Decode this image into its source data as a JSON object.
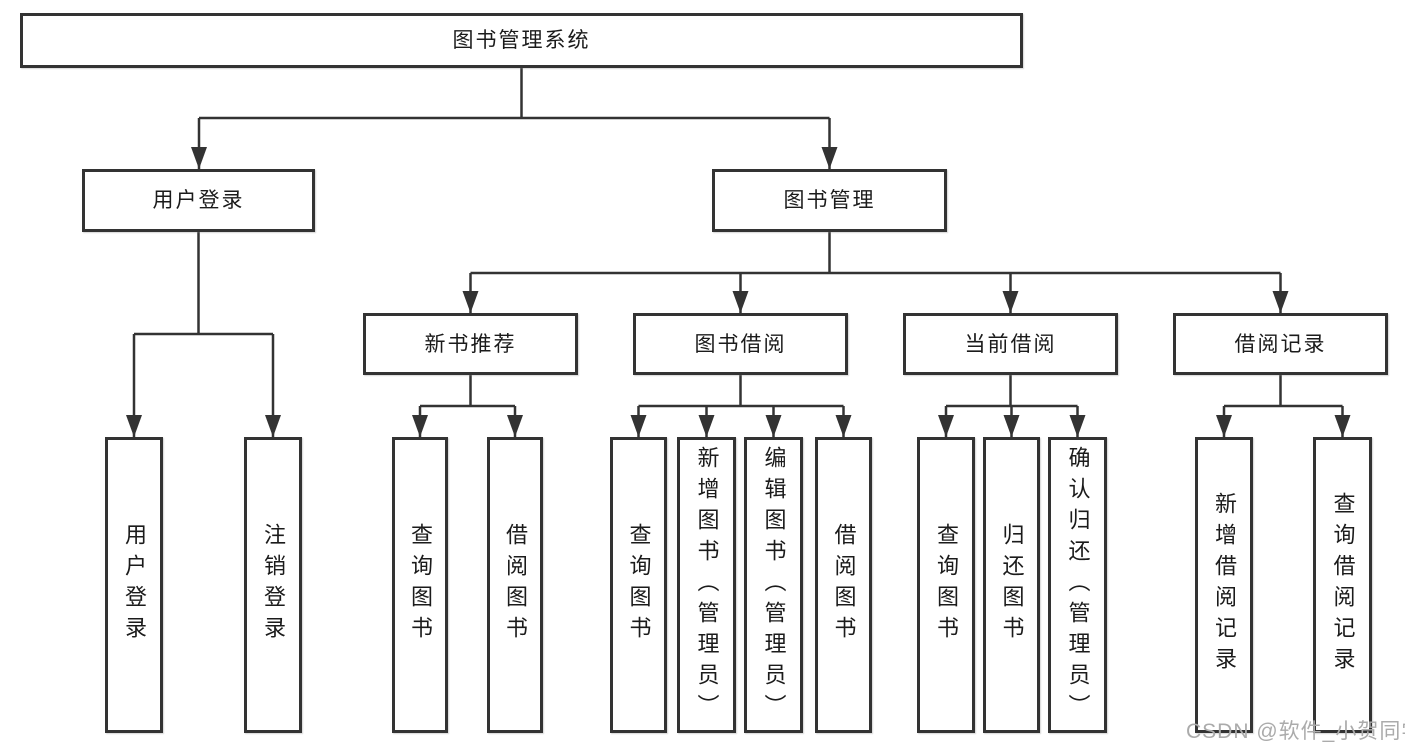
{
  "diagram": {
    "root": "图书管理系统",
    "login_branch": {
      "label": "用户登录",
      "children": [
        "用户登录",
        "注销登录"
      ]
    },
    "mgmt_branch": {
      "label": "图书管理",
      "groups": [
        {
          "label": "新书推荐",
          "children": [
            "查询图书",
            "借阅图书"
          ]
        },
        {
          "label": "图书借阅",
          "children": [
            "查询图书",
            "新增图书（管理员）",
            "编辑图书（管理员）",
            "借阅图书"
          ]
        },
        {
          "label": "当前借阅",
          "children": [
            "查询图书",
            "归还图书",
            "确认归还（管理员）"
          ]
        },
        {
          "label": "借阅记录",
          "children": [
            "新增借阅记录",
            "查询借阅记录"
          ]
        }
      ]
    }
  },
  "watermark": {
    "text": "CSDN @软件_小贺同学"
  },
  "colors": {
    "line": "#333333",
    "box_border": "#333333",
    "text": "#1b1b1b",
    "watermark": "#ababab",
    "background": "#ffffff"
  }
}
